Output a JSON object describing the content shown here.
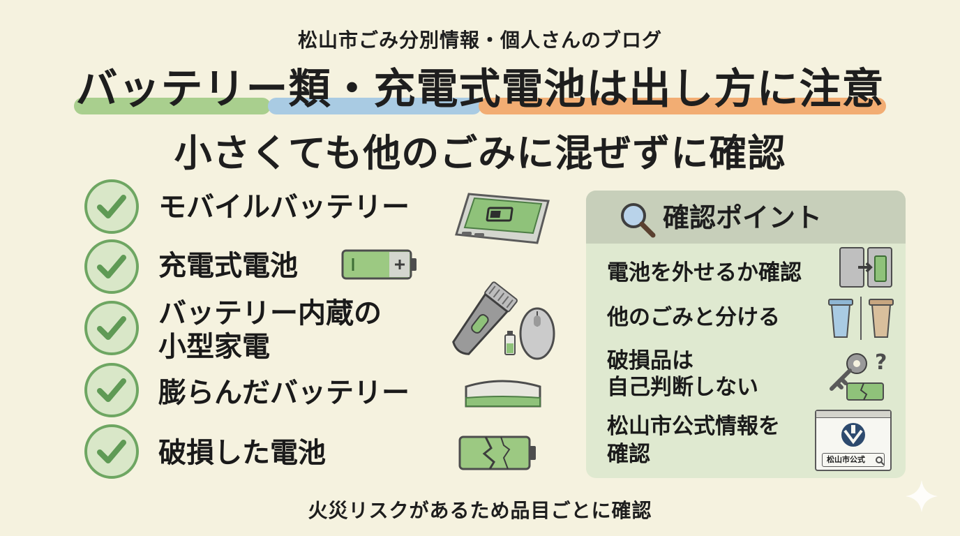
{
  "header": {
    "top_caption": "松山市ごみ分別情報・個人さんのブログ",
    "title": "バッテリー類・充電式電池は出し方に注意",
    "subtitle": "小さくても他のごみに混ぜずに確認"
  },
  "items": [
    {
      "line1": "モバイルバッテリー",
      "icon": "power-bank-icon"
    },
    {
      "line1": "充電式電池",
      "icon": "rechargeable-battery-icon"
    },
    {
      "line1": "バッテリー内蔵の",
      "line2": "小型家電",
      "icon": "small-appliances-icon"
    },
    {
      "line1": "膨らんだバッテリー",
      "icon": "swollen-battery-icon"
    },
    {
      "line1": "破損した電池",
      "icon": "cracked-battery-icon"
    }
  ],
  "panel": {
    "title": "確認ポイント",
    "points": [
      {
        "line1": "電池を外せるか確認",
        "icon": "remove-battery-icon"
      },
      {
        "line1": "他のごみと分ける",
        "icon": "separate-bins-icon"
      },
      {
        "line1": "破損品は",
        "line2": "自己判断しない",
        "icon": "key-question-icon"
      },
      {
        "line1": "松山市公式情報を",
        "line2": "確認",
        "icon": "official-site-icon",
        "search_label": "松山市公式"
      }
    ]
  },
  "footer": "火災リスクがあるため品目ごとに確認",
  "colors": {
    "background": "#f5f2df",
    "accent_green": "#6ea662",
    "highlight_green": "#a9cf8e",
    "highlight_blue": "#a9cbe3",
    "highlight_orange": "#f2ad73"
  }
}
